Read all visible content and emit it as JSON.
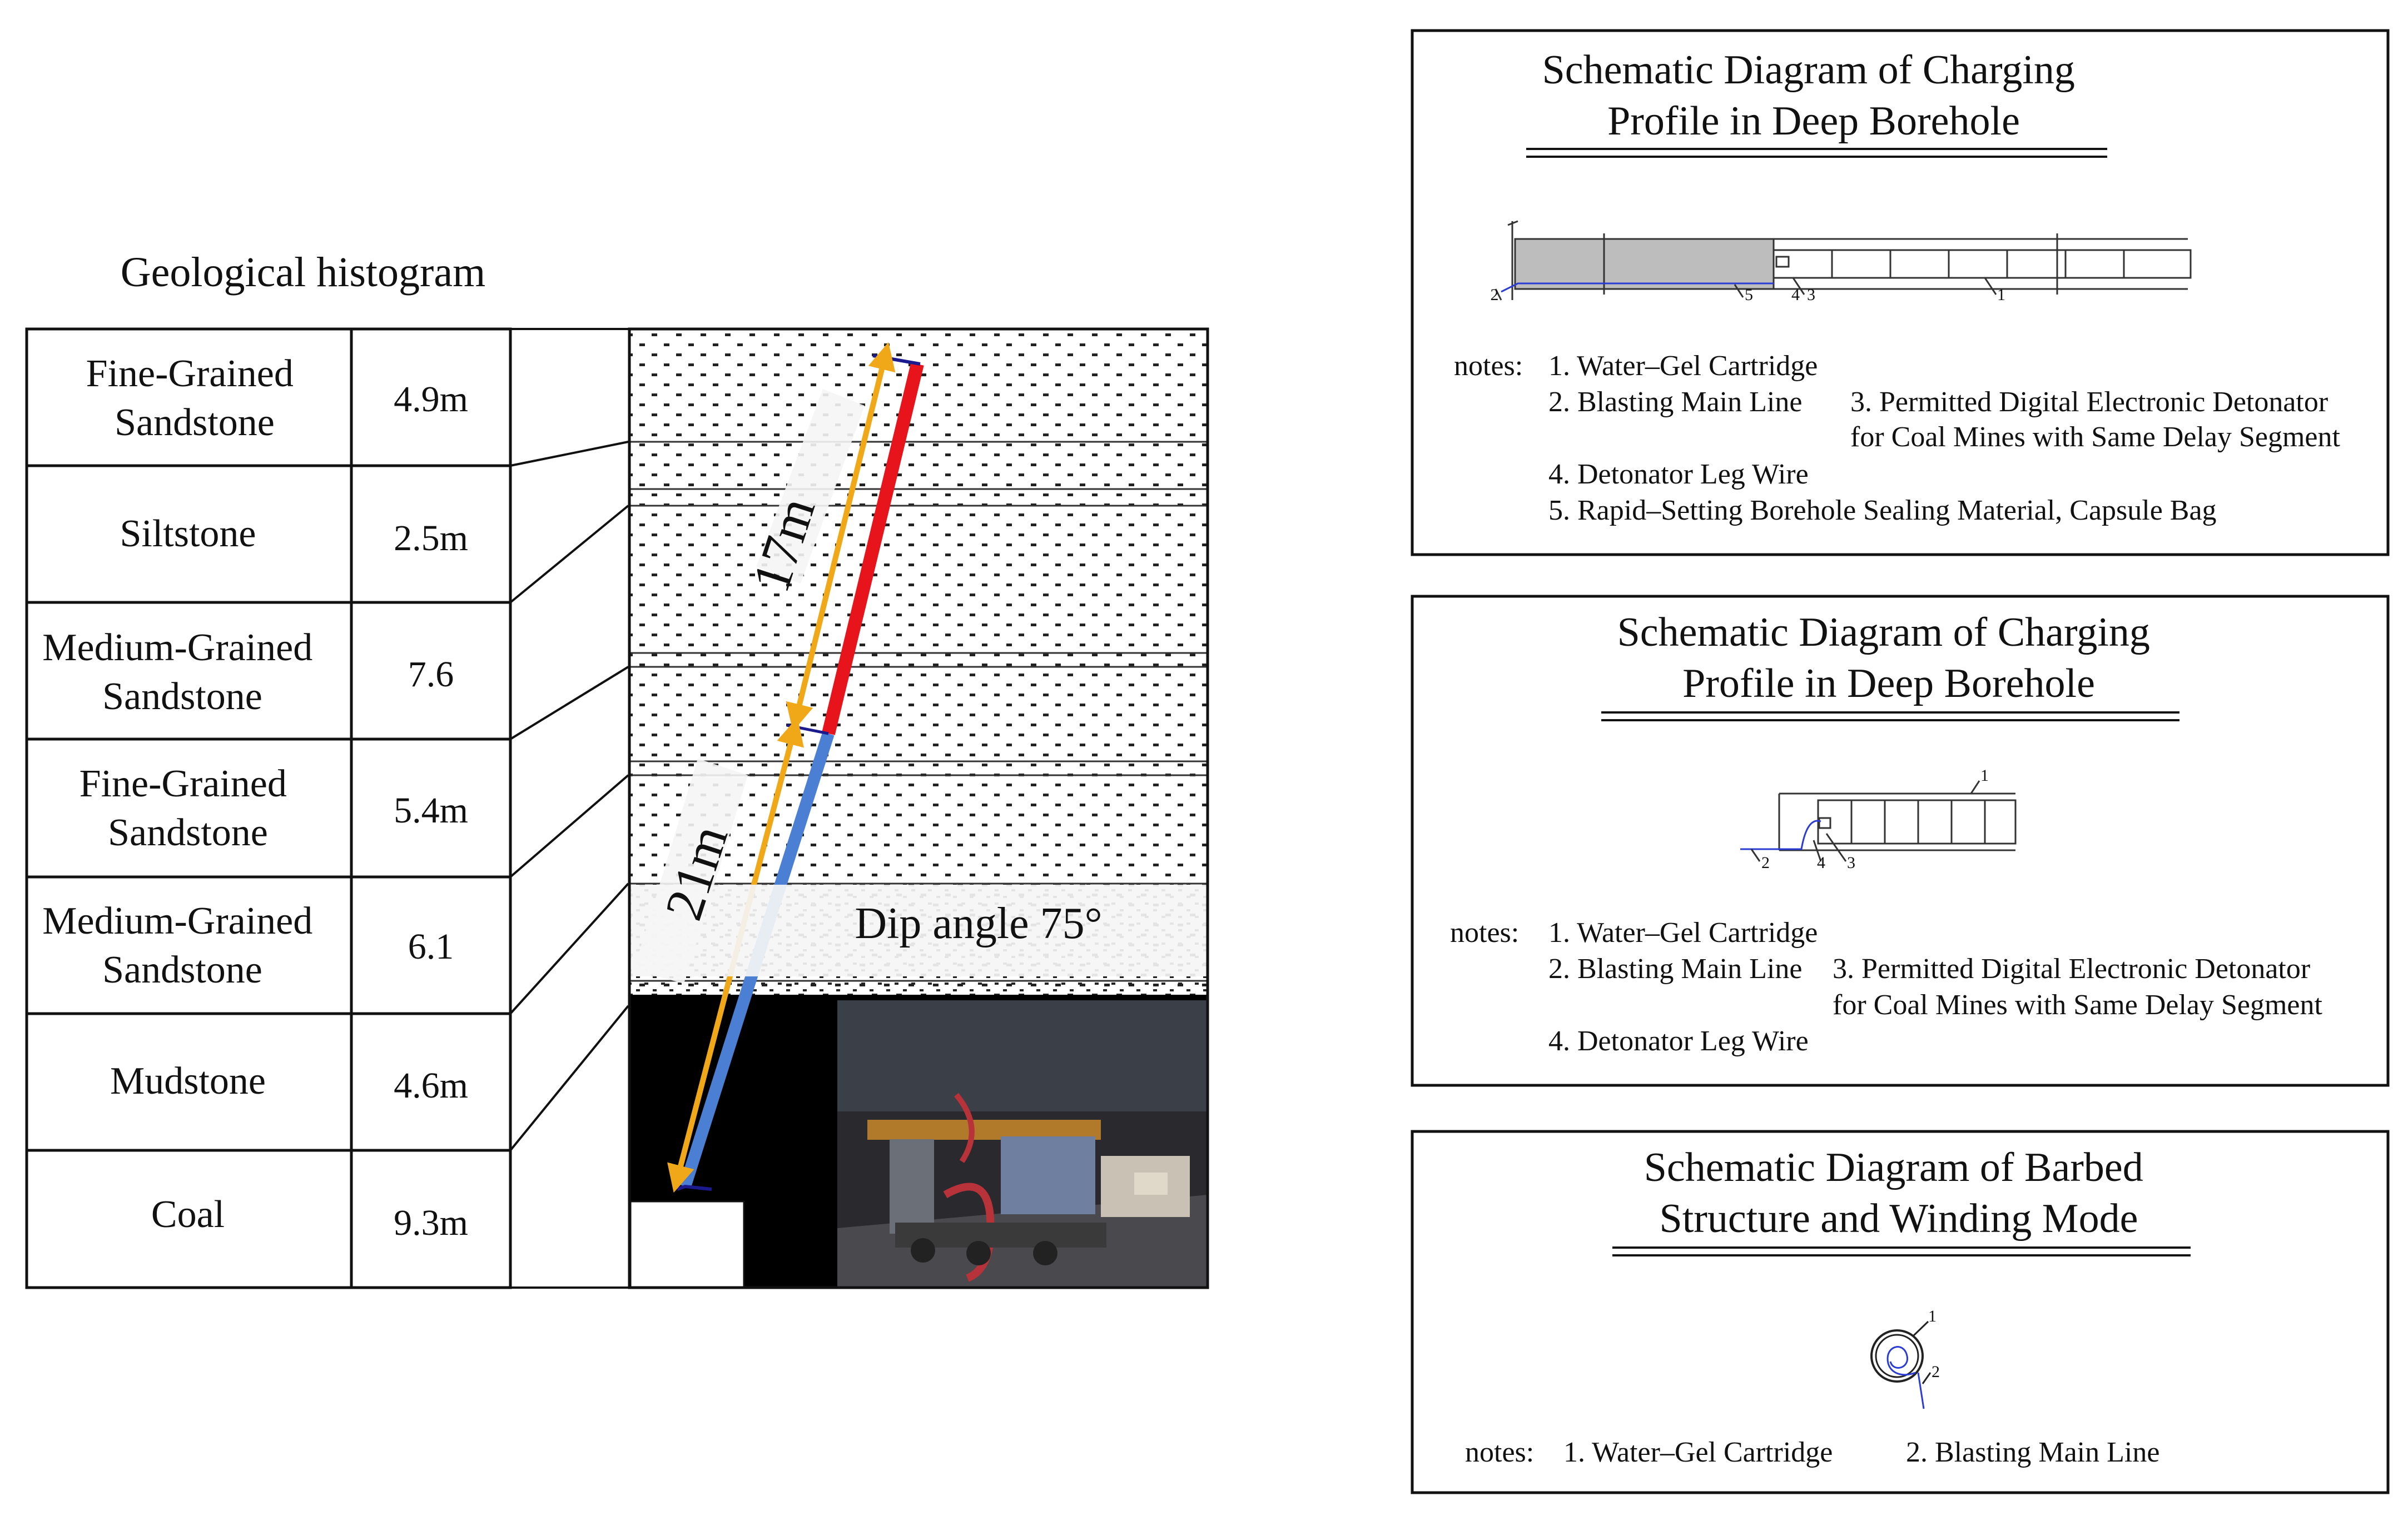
{
  "histogram": {
    "title": "Geological histogram",
    "rows": [
      {
        "name_lines": [
          "Fine-Grained",
          "Sandstone"
        ],
        "thickness": "4.9m"
      },
      {
        "name_lines": [
          "Siltstone"
        ],
        "thickness": "2.5m"
      },
      {
        "name_lines": [
          "Medium-Grained",
          "Sandstone"
        ],
        "thickness": "7.6"
      },
      {
        "name_lines": [
          "Fine-Grained",
          "Sandstone"
        ],
        "thickness": "5.4m"
      },
      {
        "name_lines": [
          "Medium-Grained",
          "Sandstone"
        ],
        "thickness": "6.1"
      },
      {
        "name_lines": [
          "Mudstone"
        ],
        "thickness": "4.6m"
      },
      {
        "name_lines": [
          "Coal"
        ],
        "thickness": "9.3m"
      }
    ]
  },
  "column": {
    "length_upper": "17m",
    "length_lower": "21m",
    "dip_label": "Dip angle 75°",
    "colors": {
      "charged_section": "#e8141c",
      "sealed_section": "#4a7fd4",
      "dimension": "#f0a818",
      "coal": "#000000"
    }
  },
  "panels": [
    {
      "title_lines": [
        "Schematic Diagram of Charging",
        "Profile in Deep Borehole"
      ],
      "notes_label": "notes:",
      "notes": [
        "1. Water–Gel Cartridge",
        "2. Blasting Main Line",
        "3. Permitted Digital Electronic Detonator",
        "for Coal Mines with Same Delay Segment",
        "4. Detonator Leg Wire",
        "5. Rapid–Setting Borehole Sealing Material, Capsule Bag"
      ],
      "callouts": [
        "1",
        "2",
        "3",
        "4",
        "5"
      ]
    },
    {
      "title_lines": [
        "Schematic Diagram of Charging",
        "Profile in Deep Borehole"
      ],
      "notes_label": "notes:",
      "notes": [
        "1. Water–Gel Cartridge",
        "2. Blasting Main Line",
        "3. Permitted Digital Electronic Detonator",
        "for Coal Mines with Same Delay Segment",
        "4. Detonator Leg Wire"
      ],
      "callouts": [
        "1",
        "2",
        "3",
        "4"
      ]
    },
    {
      "title_lines": [
        "Schematic Diagram of Barbed",
        "Structure and Winding Mode"
      ],
      "notes_label": "notes:",
      "notes": [
        "1. Water–Gel Cartridge",
        "2. Blasting Main Line"
      ],
      "callouts": [
        "1",
        "2"
      ]
    }
  ]
}
